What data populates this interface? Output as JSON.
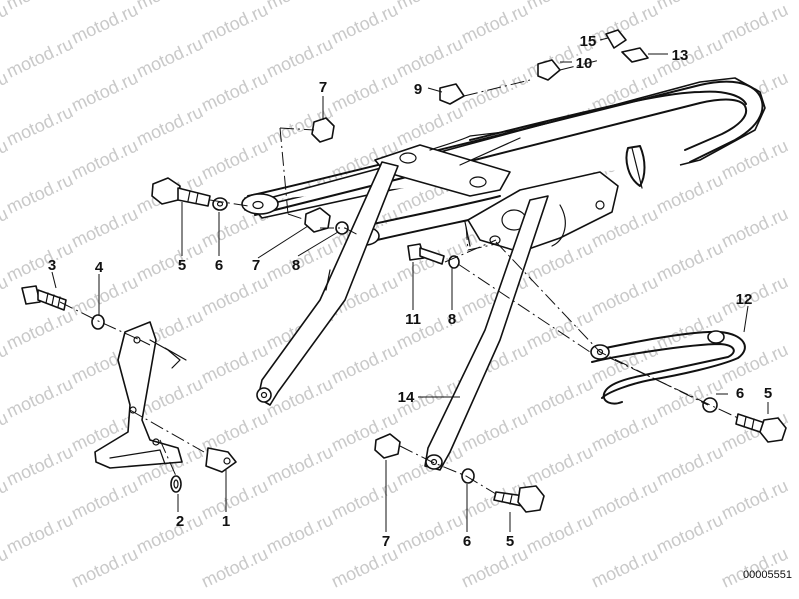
{
  "watermark_text": "motod.ru",
  "drawing_number": "00005551",
  "callouts": [
    {
      "id": "c1",
      "label": "1"
    },
    {
      "id": "c2",
      "label": "2"
    },
    {
      "id": "c3",
      "label": "3"
    },
    {
      "id": "c4",
      "label": "4"
    },
    {
      "id": "c5a",
      "label": "5"
    },
    {
      "id": "c6a",
      "label": "6"
    },
    {
      "id": "c7a",
      "label": "7"
    },
    {
      "id": "c8a",
      "label": "8"
    },
    {
      "id": "c7b",
      "label": "7"
    },
    {
      "id": "c9",
      "label": "9"
    },
    {
      "id": "c10",
      "label": "10"
    },
    {
      "id": "c11",
      "label": "11"
    },
    {
      "id": "c8b",
      "label": "8"
    },
    {
      "id": "c12",
      "label": "12"
    },
    {
      "id": "c13",
      "label": "13"
    },
    {
      "id": "c14",
      "label": "14"
    },
    {
      "id": "c15",
      "label": "15"
    },
    {
      "id": "c6b",
      "label": "6"
    },
    {
      "id": "c5b",
      "label": "5"
    },
    {
      "id": "c7c",
      "label": "7"
    },
    {
      "id": "c6c",
      "label": "6"
    },
    {
      "id": "c5c",
      "label": "5"
    }
  ]
}
